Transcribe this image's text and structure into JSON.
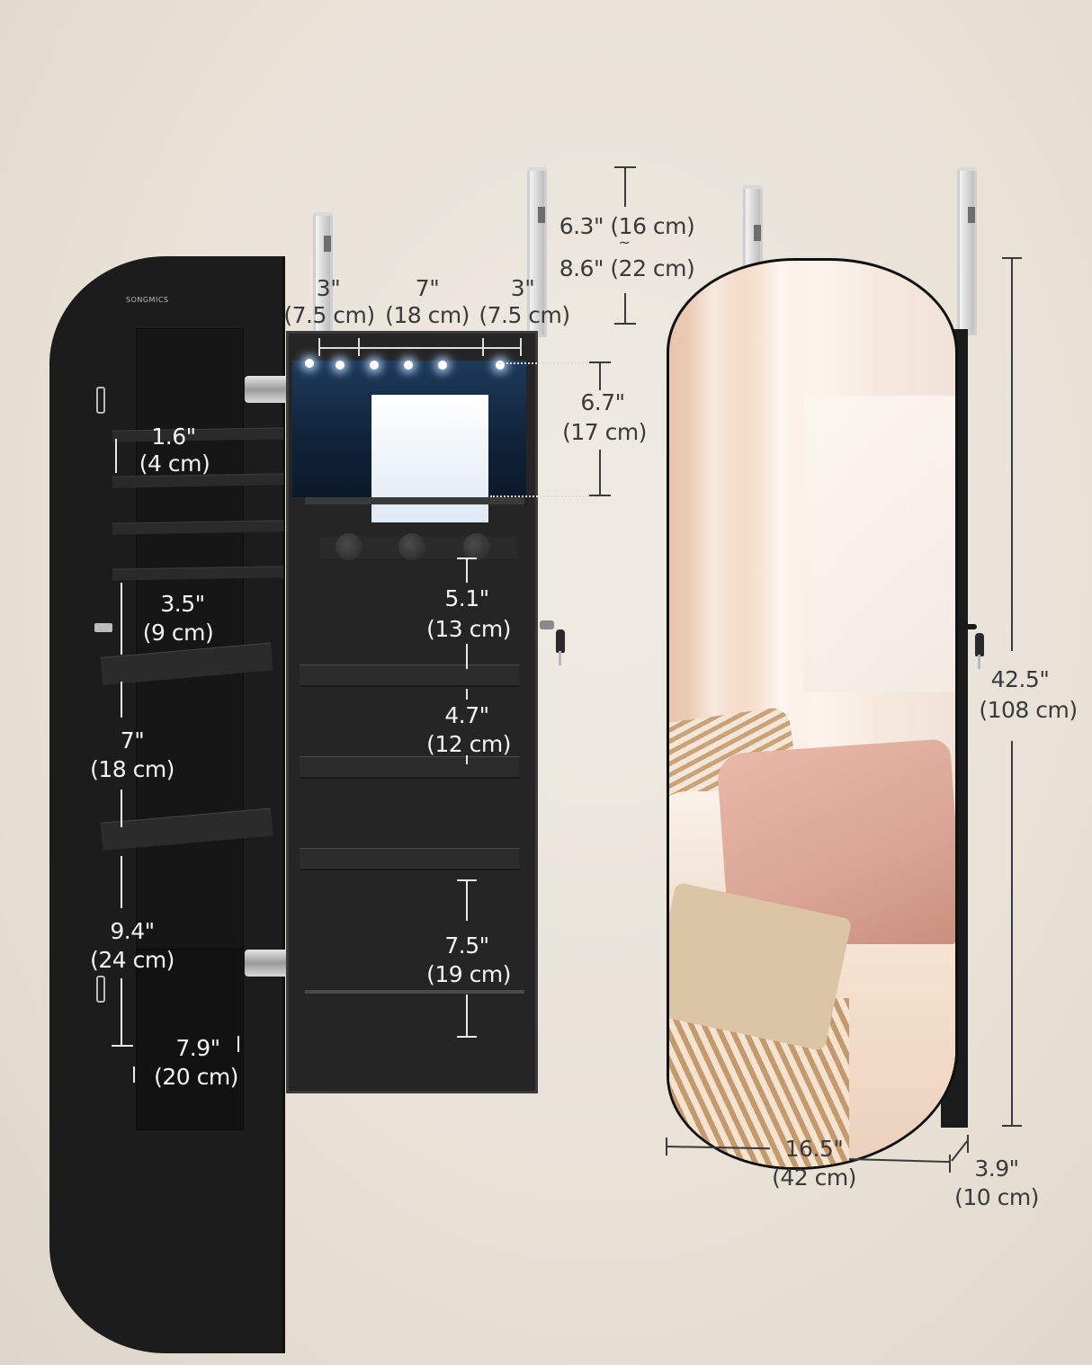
{
  "product": {
    "brand_label": "SONGMICS",
    "description": "Wall/door-mounted jewelry cabinet with full-length mirror, LED lights and lock — dimension diagram"
  },
  "colors": {
    "background": "#e9e4da",
    "cabinet": "#1c1c1c",
    "dimension_line_dark": "#3a3a3a",
    "dimension_line_light": "#eaeaea",
    "led_glow": "#b4d7ff",
    "mirror_tint": "#f1d3bf"
  },
  "dimensions": {
    "hook_height": {
      "inch": "6.3\" (16 cm)",
      "sep": "~",
      "inch2": "8.6\" (22 cm)"
    },
    "top_widths": [
      {
        "inch": "3\"",
        "cm": "(7.5 cm)"
      },
      {
        "inch": "7\"",
        "cm": "(18 cm)"
      },
      {
        "inch": "3\"",
        "cm": "(7.5 cm)"
      }
    ],
    "mirror_section_height": {
      "inch": "6.7\"",
      "cm": "(17 cm)"
    },
    "earring_rail_gap": {
      "inch": "1.6\"",
      "cm": "(4 cm)"
    },
    "door_gap_1": {
      "inch": "3.5\"",
      "cm": "(9 cm)"
    },
    "door_gap_2": {
      "inch": "7\"",
      "cm": "(18 cm)"
    },
    "door_gap_3": {
      "inch": "9.4\"",
      "cm": "(24 cm)"
    },
    "pocket_width": {
      "inch": "7.9\"",
      "cm": "(20 cm)"
    },
    "knob_to_shelf": {
      "inch": "5.1\"",
      "cm": "(13 cm)"
    },
    "shelf_gap": {
      "inch": "4.7\"",
      "cm": "(12 cm)"
    },
    "bottom_section": {
      "inch": "7.5\"",
      "cm": "(19 cm)"
    },
    "total_height": {
      "inch": "42.5\"",
      "cm": "(108 cm)"
    },
    "total_width": {
      "inch": "16.5\"",
      "cm": "(42 cm)"
    },
    "depth": {
      "inch": "3.9\"",
      "cm": "(10 cm)"
    }
  }
}
